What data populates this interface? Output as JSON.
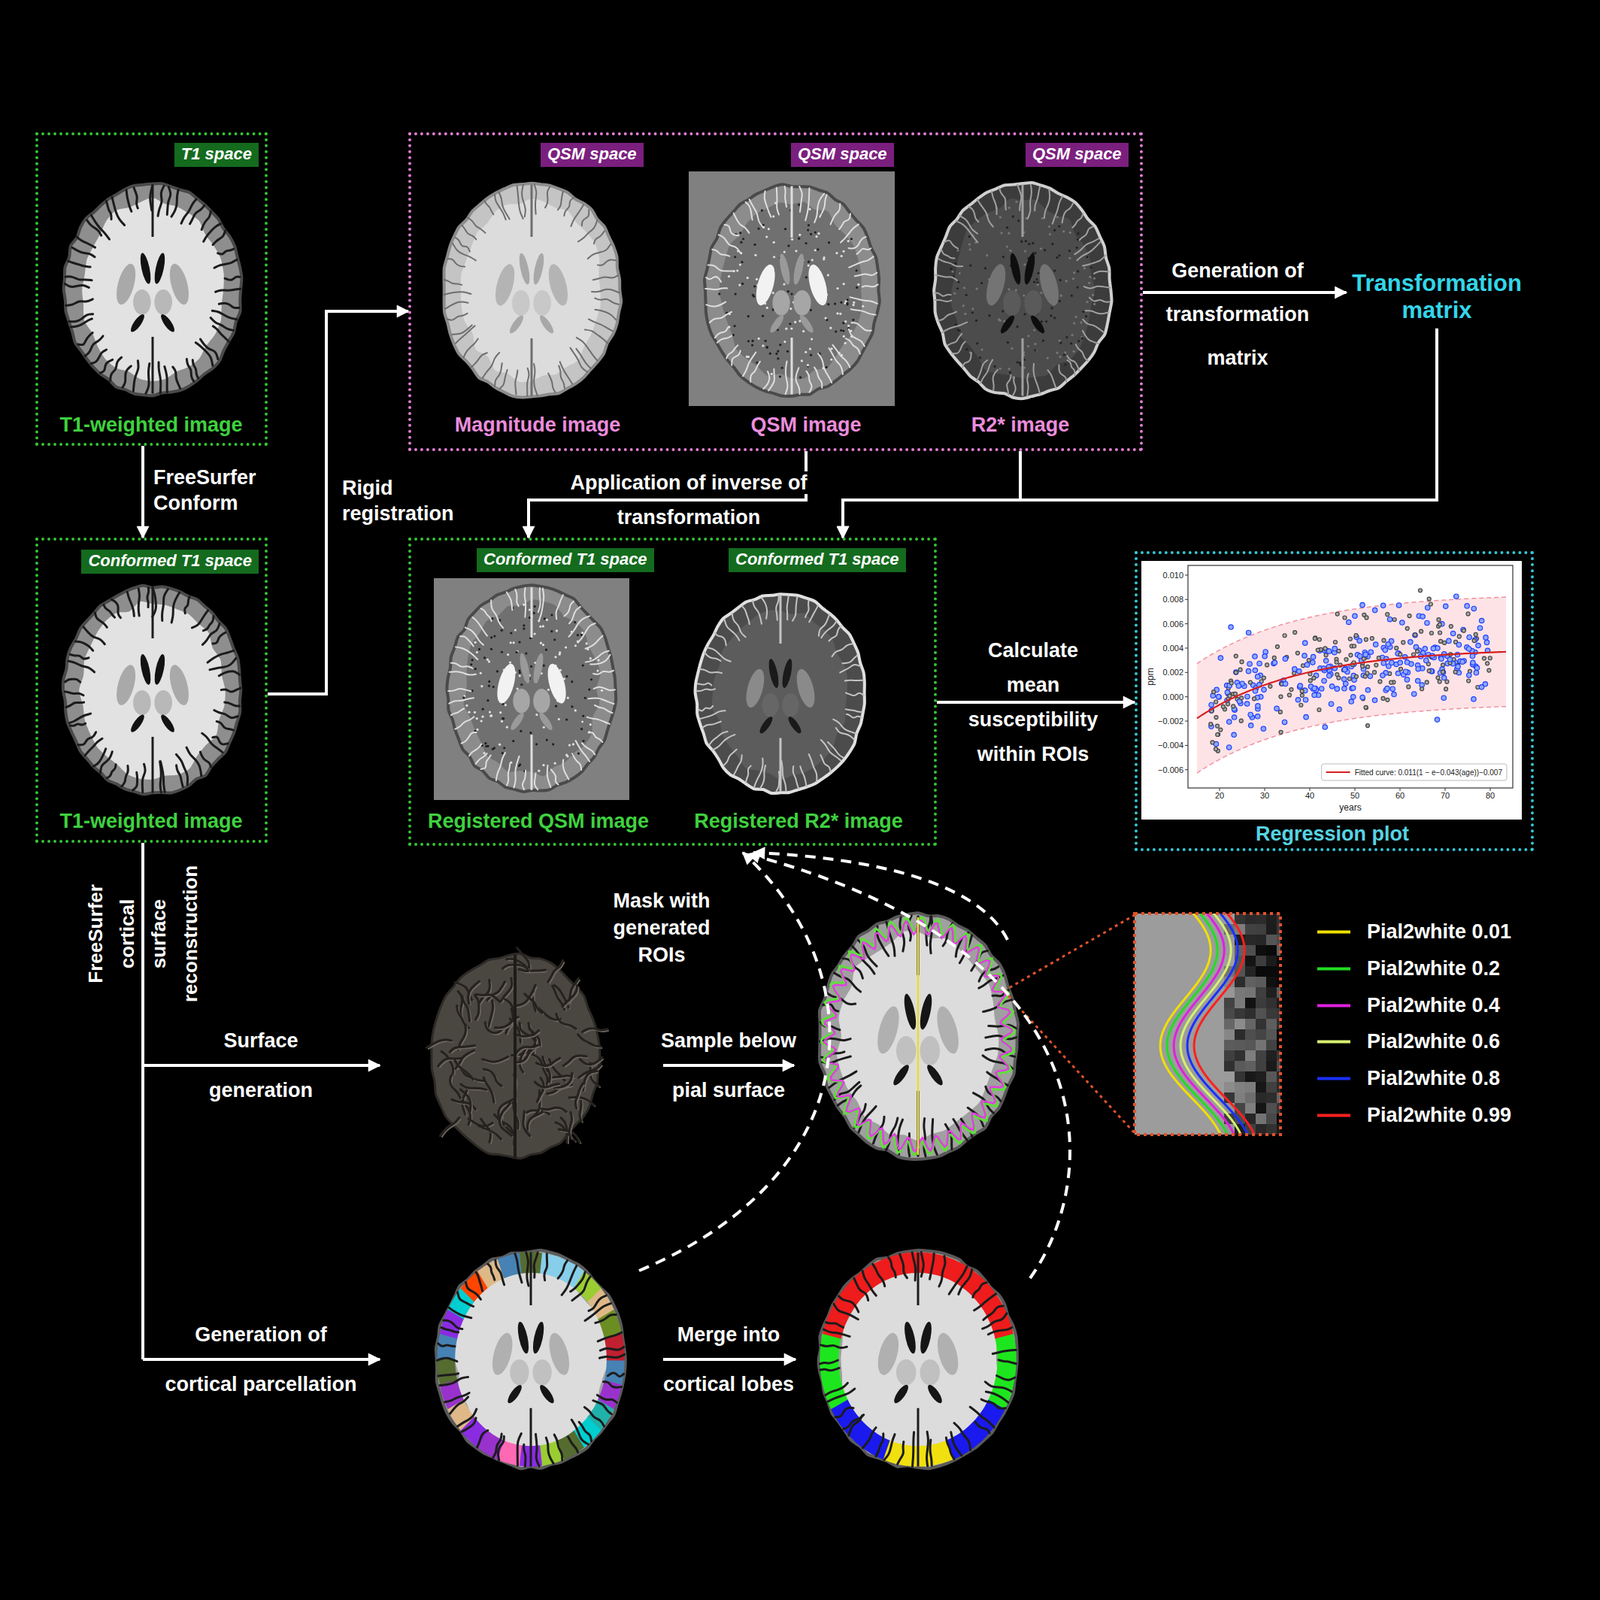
{
  "diagram": {
    "nodes": [
      {
        "text": [
          "T1-weighted image"
        ]
      },
      {
        "text": [
          "T1 space"
        ],
        "in": 0
      },
      {
        "text": [
          "Magnitude image",
          "QSM image",
          "R2* image"
        ]
      },
      {
        "text": [
          "QSM space"
        ],
        "in": 2
      },
      {
        "text": [
          "QSM space"
        ],
        "in": 2
      },
      {
        "text": [
          "QSM space"
        ],
        "in": 2
      },
      {
        "text": [
          "Transformation matrix"
        ]
      },
      {
        "text": [
          "T1-weighted image"
        ]
      },
      {
        "text": [
          "Conformed T1 space"
        ],
        "in": 7
      },
      {
        "text": [
          "Registered QSM image",
          "Registered R2* image"
        ]
      },
      {
        "text": [
          "Conformed T1 space"
        ],
        "in": 9
      },
      {
        "text": [
          "Conformed T1 space"
        ],
        "in": 9
      },
      {
        "text": [
          "Regression plot"
        ]
      }
    ],
    "edges": [
      {
        "from": 0,
        "to": 7,
        "label": "FreeSurfer Conform",
        "arrow": "to"
      },
      {
        "from": 7,
        "to": 2,
        "label": "Rigid registration",
        "arrow": "to"
      },
      {
        "from": 2,
        "to": 6,
        "label": "Generation of transformation matrix",
        "arrow": "to"
      },
      {
        "from": 2,
        "to": 9,
        "label": "Application of inverse of transformation",
        "arrow": "to"
      },
      {
        "from": 6,
        "to": 9,
        "arrow": "to"
      },
      {
        "from": 9,
        "to": 12,
        "label": "Calculate mean susceptibility within ROIs",
        "arrow": "to"
      }
    ],
    "labels": [
      "FreeSurfer cortical surface reconstruction",
      "Surface generation",
      "Sample below pial surface",
      "Mask with generated ROIs",
      "Generation of cortical parcellation",
      "Merge into cortical lobes",
      "0.010",
      "0.008",
      "0.006",
      "0.004",
      "0.002",
      "0.000",
      "−0.002",
      "−0.004",
      "−0.006",
      "20",
      "30",
      "40",
      "50",
      "60",
      "70",
      "80",
      "ppm",
      "years",
      "Fitted curve: 0.011(1 − e−0.043(age))−0.007"
    ],
    "legend": [
      {
        "text": "Pial2white 0.01"
      },
      {
        "text": "Pial2white 0.2"
      },
      {
        "text": "Pial2white 0.4"
      },
      {
        "text": "Pial2white 0.6"
      },
      {
        "text": "Pial2white 0.8"
      },
      {
        "text": "Pial2white 0.99"
      }
    ]
  }
}
